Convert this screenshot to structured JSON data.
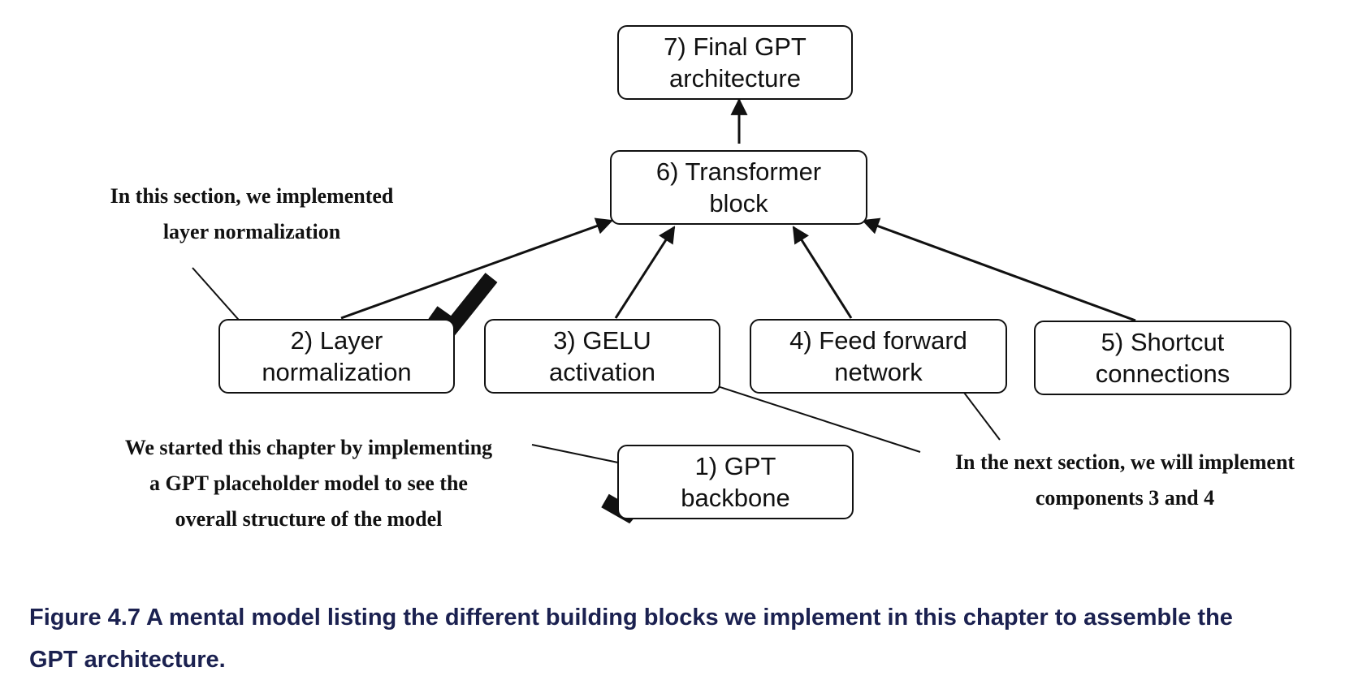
{
  "nodes": {
    "n1": "1) GPT\nbackbone",
    "n2": "2) Layer\nnormalization",
    "n3": "3) GELU\nactivation",
    "n4": "4) Feed forward\nnetwork",
    "n5": "5) Shortcut\nconnections",
    "n6": "6) Transformer\nblock",
    "n7": "7) Final GPT\narchitecture"
  },
  "notes": {
    "layer_norm": "In this section, we implemented\nlayer normalization",
    "placeholder": "We started this chapter by implementing\na GPT placeholder model to see the\noverall structure of the model",
    "next_section": "In the next section, we will implement\ncomponents 3 and 4"
  },
  "caption": "Figure 4.7 A mental model listing the different building blocks we implement in this chapter to assemble the\nGPT architecture.",
  "completed": [
    "n1",
    "n2"
  ],
  "colors": {
    "ink": "#111111",
    "caption": "#1b2150"
  }
}
